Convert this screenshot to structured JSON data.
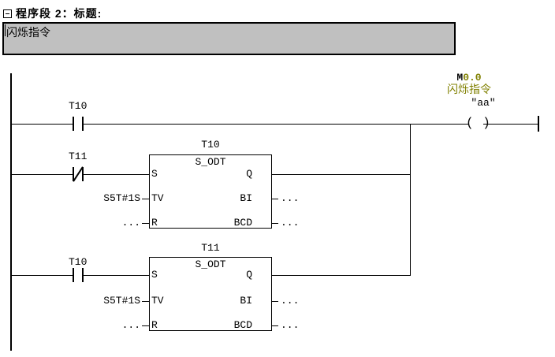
{
  "network": {
    "collapse_icon": "minus-box",
    "title": "程序段 2：标题:",
    "comment": "闪烁指令"
  },
  "coil": {
    "address_prefix": "M",
    "address_rest": "0.0",
    "comment": "闪烁指令",
    "symbol": "\"aa\"",
    "symbol_glyph": "( )"
  },
  "contacts": [
    {
      "label": "T10",
      "type": "NO"
    },
    {
      "label": "T11",
      "type": "NC"
    },
    {
      "label": "T10",
      "type": "NO"
    }
  ],
  "blocks": [
    {
      "name": "T10",
      "type": "S_ODT",
      "pin_s": "S",
      "pin_tv": "TV",
      "pin_r": "R",
      "pin_q": "Q",
      "pin_bi": "BI",
      "pin_bcd": "BCD",
      "tv_value": "S5T#1S",
      "r_value": "...",
      "bi_value": "...",
      "bcd_value": "..."
    },
    {
      "name": "T11",
      "type": "S_ODT",
      "pin_s": "S",
      "pin_tv": "TV",
      "pin_r": "R",
      "pin_q": "Q",
      "pin_bi": "BI",
      "pin_bcd": "BCD",
      "tv_value": "S5T#1S",
      "r_value": "...",
      "bi_value": "...",
      "bcd_value": "..."
    }
  ],
  "colors": {
    "comment_olive": "#808000",
    "box_gray": "#c0c0c0"
  }
}
